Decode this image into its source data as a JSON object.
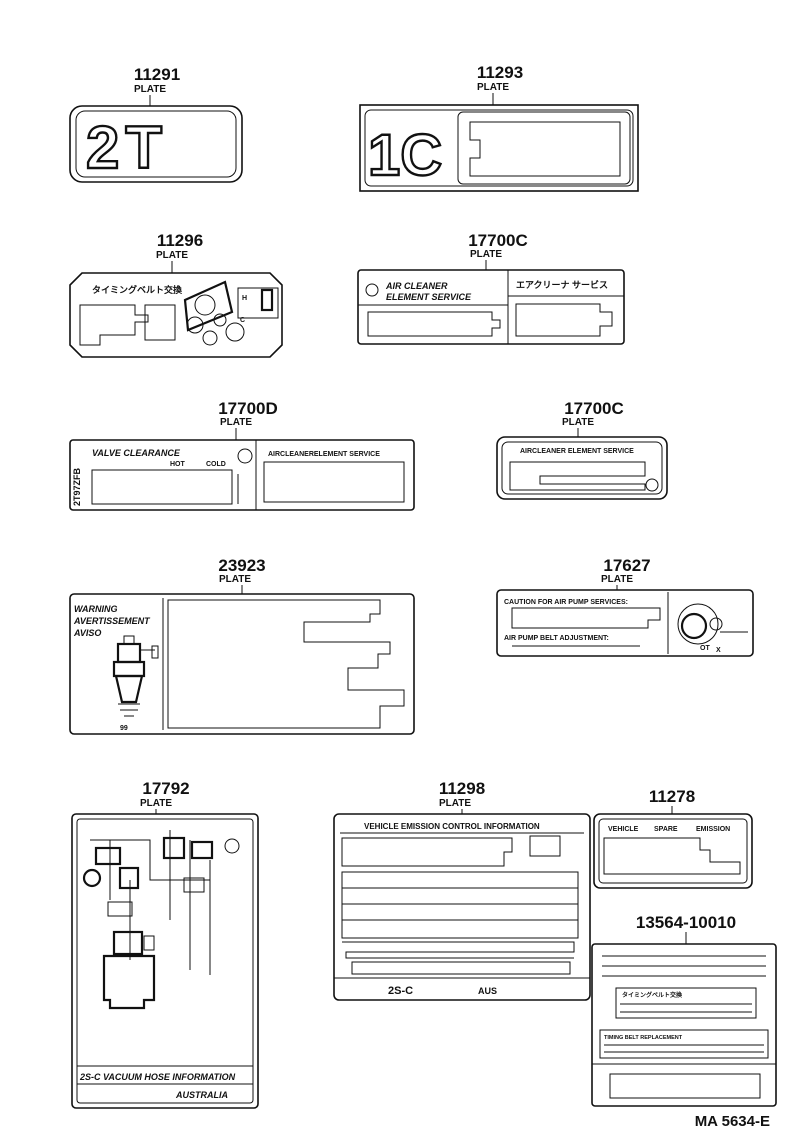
{
  "plate_word": "PLATE",
  "catalog_ref": "MA 5634-E",
  "items": [
    {
      "part_no": "11291",
      "text": [
        "2T"
      ]
    },
    {
      "part_no": "11293",
      "text": [
        "1C"
      ]
    },
    {
      "part_no": "11296",
      "text": [
        "タイミングベルト交換"
      ]
    },
    {
      "part_no": "17700C",
      "text": [
        "AIR CLEANER",
        "ELEMENT SERVICE",
        "エアクリーナ サービス"
      ]
    },
    {
      "part_no": "17700D",
      "text": [
        "VALVE CLEARANCE",
        "2T97ZFB",
        "AIRCLEANERELEMENT SERVICE",
        "HOT",
        "COLD"
      ]
    },
    {
      "part_no": "17700C",
      "text": [
        "AIRCLEANER ELEMENT SERVICE"
      ]
    },
    {
      "part_no": "23923",
      "text": [
        "WARNING",
        "AVERTISSEMENT",
        "AVISO"
      ]
    },
    {
      "part_no": "17627",
      "text": [
        "CAUTION FOR AIR PUMP SERVICES:",
        "AIR PUMP BELT ADJUSTMENT:"
      ]
    },
    {
      "part_no": "17792",
      "text": [
        "2S-C VACUUM HOSE INFORMATION",
        "AUSTRALIA"
      ]
    },
    {
      "part_no": "11298",
      "text": [
        "VEHICLE EMISSION CONTROL INFORMATION",
        "2S-C",
        "AUS"
      ]
    },
    {
      "part_no": "11278",
      "text": [
        "VEHICLE",
        "SPARE",
        "EMISSION"
      ]
    },
    {
      "part_no": "13564-10010",
      "text": [
        "タイミングベルト交換",
        "TIMING BELT REPLACEMENT"
      ]
    }
  ]
}
